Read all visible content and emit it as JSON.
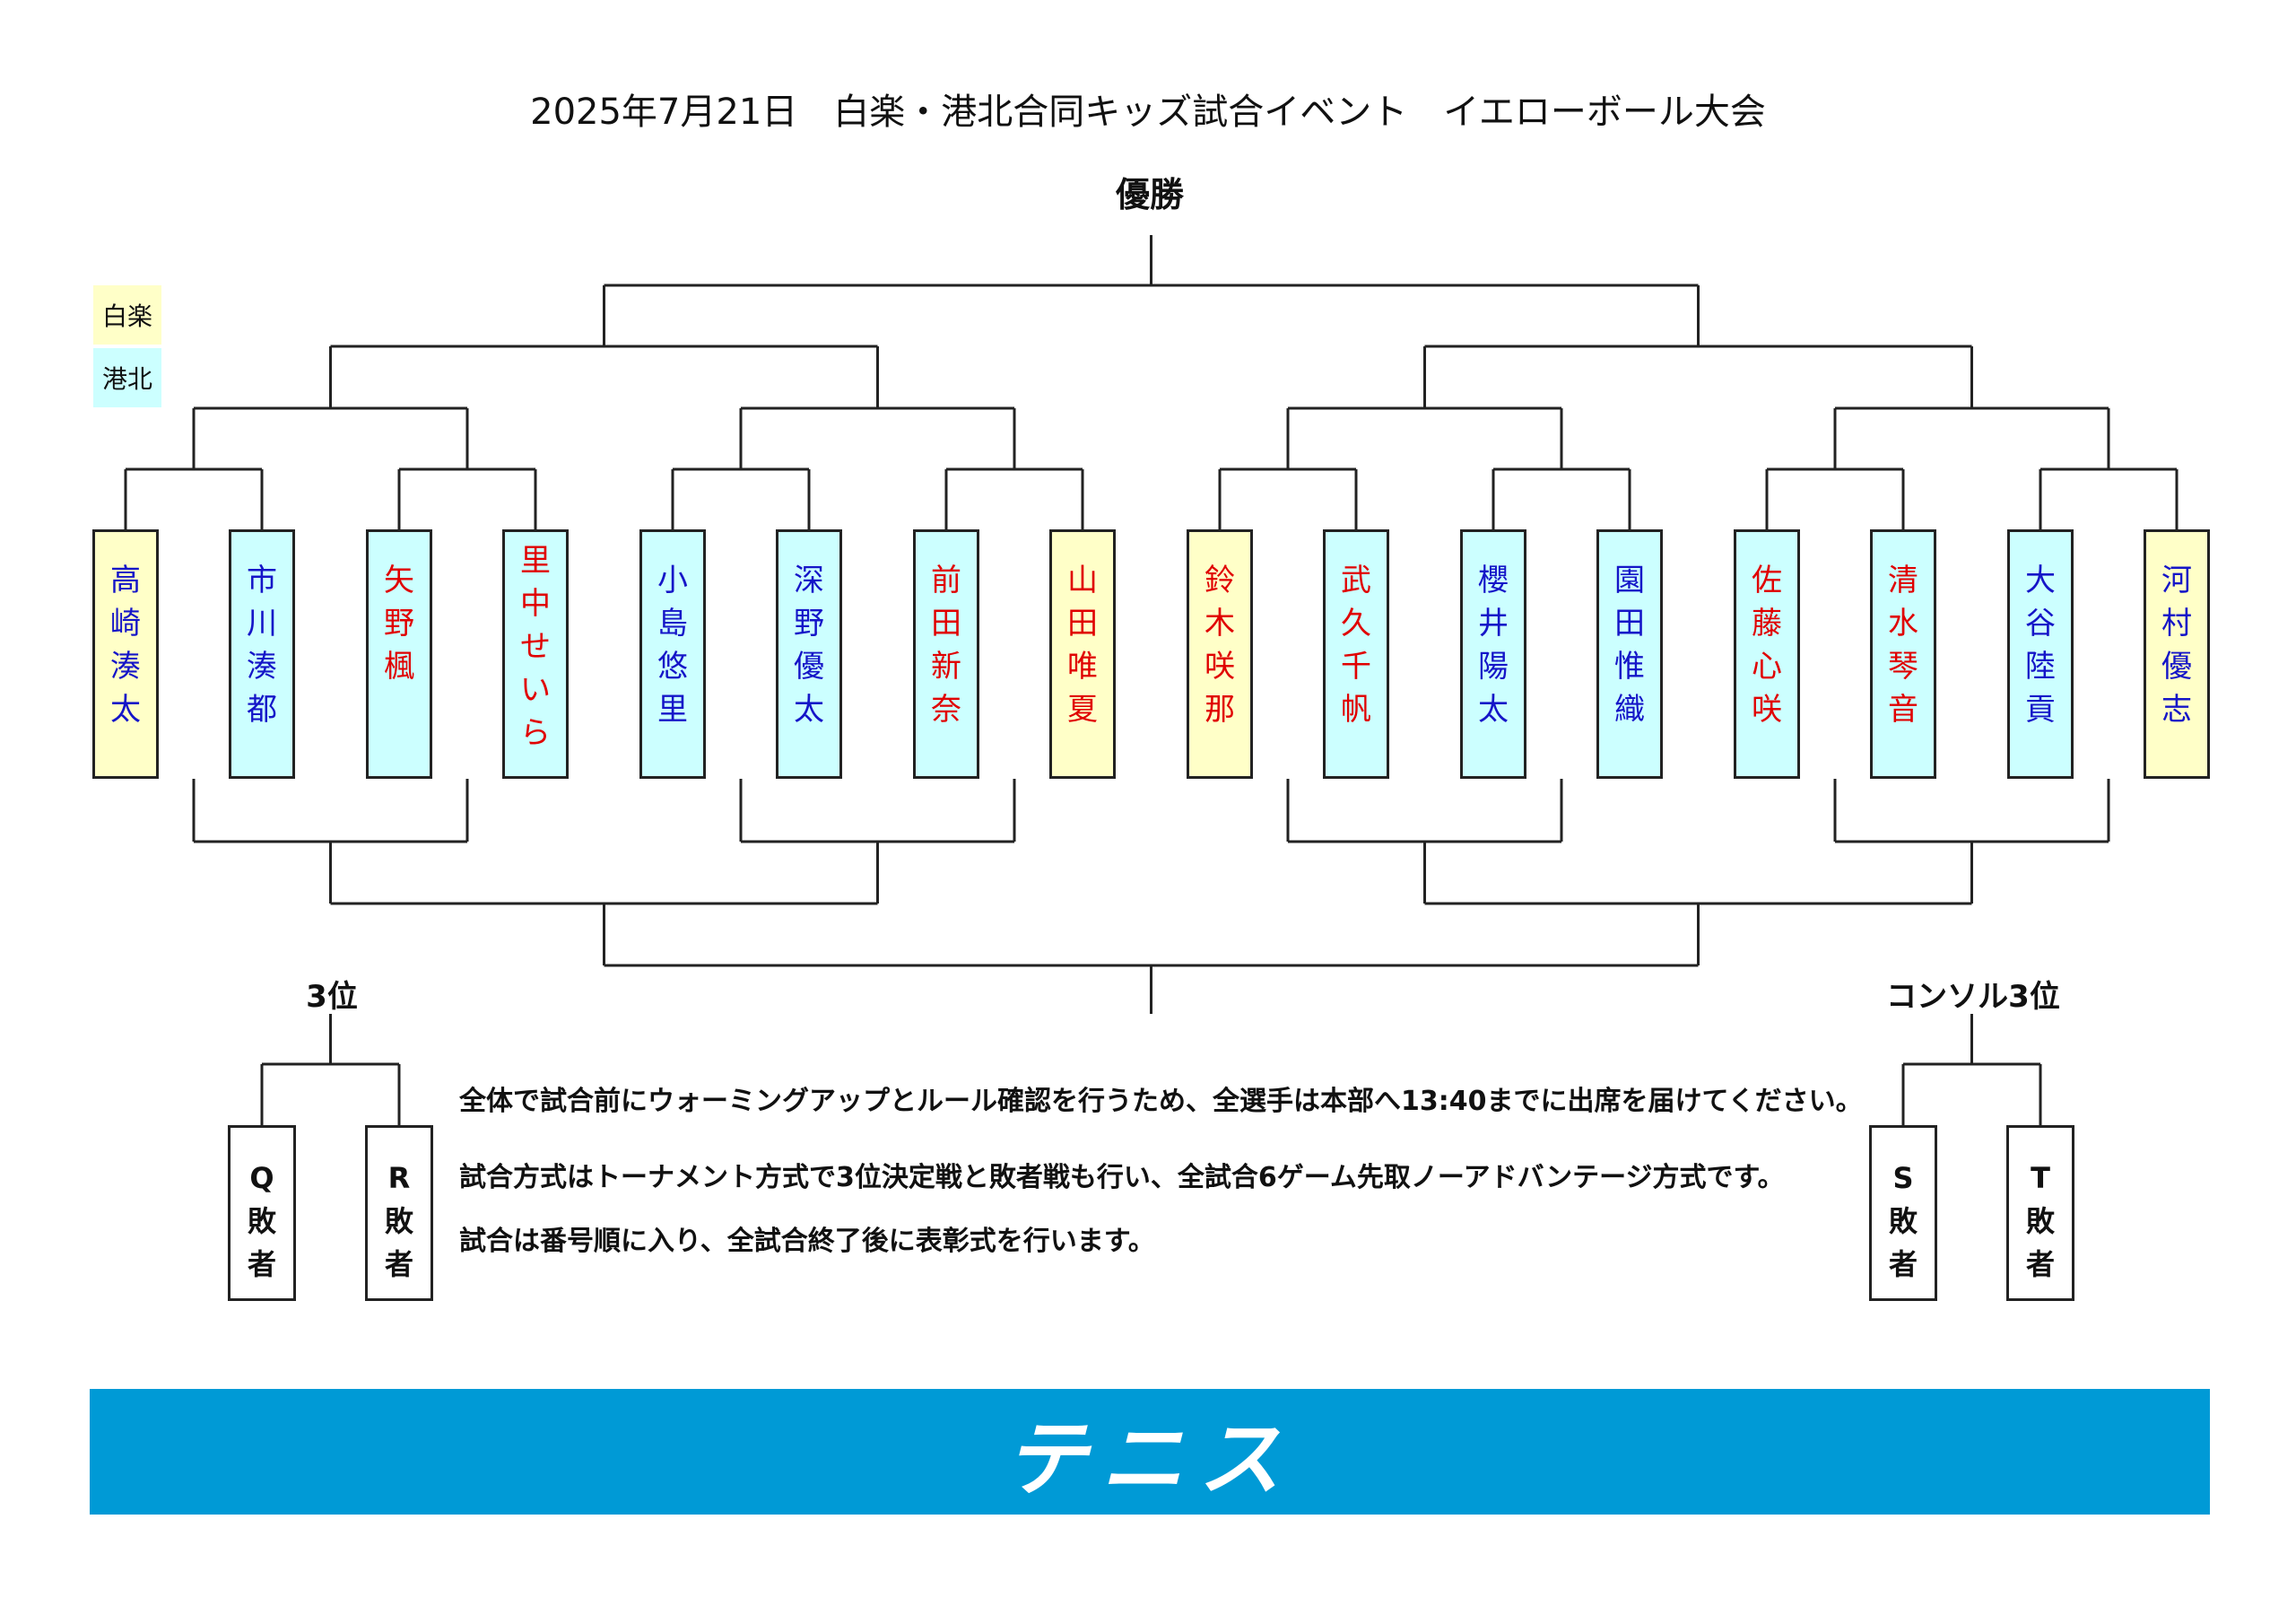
{
  "title": "2025年7月21日　白楽・港北合同キッズ試合イベント　イエローボール大会",
  "champion_label": "優勝",
  "third_label": "3位",
  "consolation_label": "コンソル3位",
  "legend": [
    {
      "label": "白楽",
      "color": "#ffffc8"
    },
    {
      "label": "港北",
      "color": "#ccffff"
    }
  ],
  "players": [
    {
      "name": "高崎湊太",
      "club": "白楽",
      "text_color": "blue"
    },
    {
      "name": "市川湊都",
      "club": "港北",
      "text_color": "blue"
    },
    {
      "name": "矢野楓",
      "club": "港北",
      "text_color": "red"
    },
    {
      "name": "里中せいら",
      "club": "港北",
      "text_color": "red"
    },
    {
      "name": "小島悠里",
      "club": "港北",
      "text_color": "blue"
    },
    {
      "name": "深野優太",
      "club": "港北",
      "text_color": "blue"
    },
    {
      "name": "前田新奈",
      "club": "港北",
      "text_color": "red"
    },
    {
      "name": "山田唯夏",
      "club": "白楽",
      "text_color": "red"
    },
    {
      "name": "鈴木咲那",
      "club": "白楽",
      "text_color": "red"
    },
    {
      "name": "武久千帆",
      "club": "港北",
      "text_color": "red"
    },
    {
      "name": "櫻井陽太",
      "club": "港北",
      "text_color": "blue"
    },
    {
      "name": "園田惟織",
      "club": "港北",
      "text_color": "blue"
    },
    {
      "name": "佐藤心咲",
      "club": "港北",
      "text_color": "red"
    },
    {
      "name": "清水琴音",
      "club": "港北",
      "text_color": "red"
    },
    {
      "name": "大谷陸貢",
      "club": "港北",
      "text_color": "blue"
    },
    {
      "name": "河村優志",
      "club": "白楽",
      "text_color": "blue"
    }
  ],
  "losers": [
    {
      "letter": "Q",
      "text": "敗者"
    },
    {
      "letter": "R",
      "text": "敗者"
    },
    {
      "letter": "S",
      "text": "敗者"
    },
    {
      "letter": "T",
      "text": "敗者"
    }
  ],
  "notes": [
    "全体で試合前にウォーミングアップとルール確認を行うため、全選手は本部へ13:40までに出席を届けてください。",
    "試合方式はトーナメント方式で3位決定戦と敗者戦も行い、全試合6ゲーム先取ノーアドバンテージ方式です。",
    "試合は番号順に入り、全試合終了後に表彰式を行います。"
  ],
  "banner_text": "テニス",
  "colors": {
    "banner": "#009ad6",
    "blue_text": "#1515c8",
    "red_text": "#e00000"
  }
}
